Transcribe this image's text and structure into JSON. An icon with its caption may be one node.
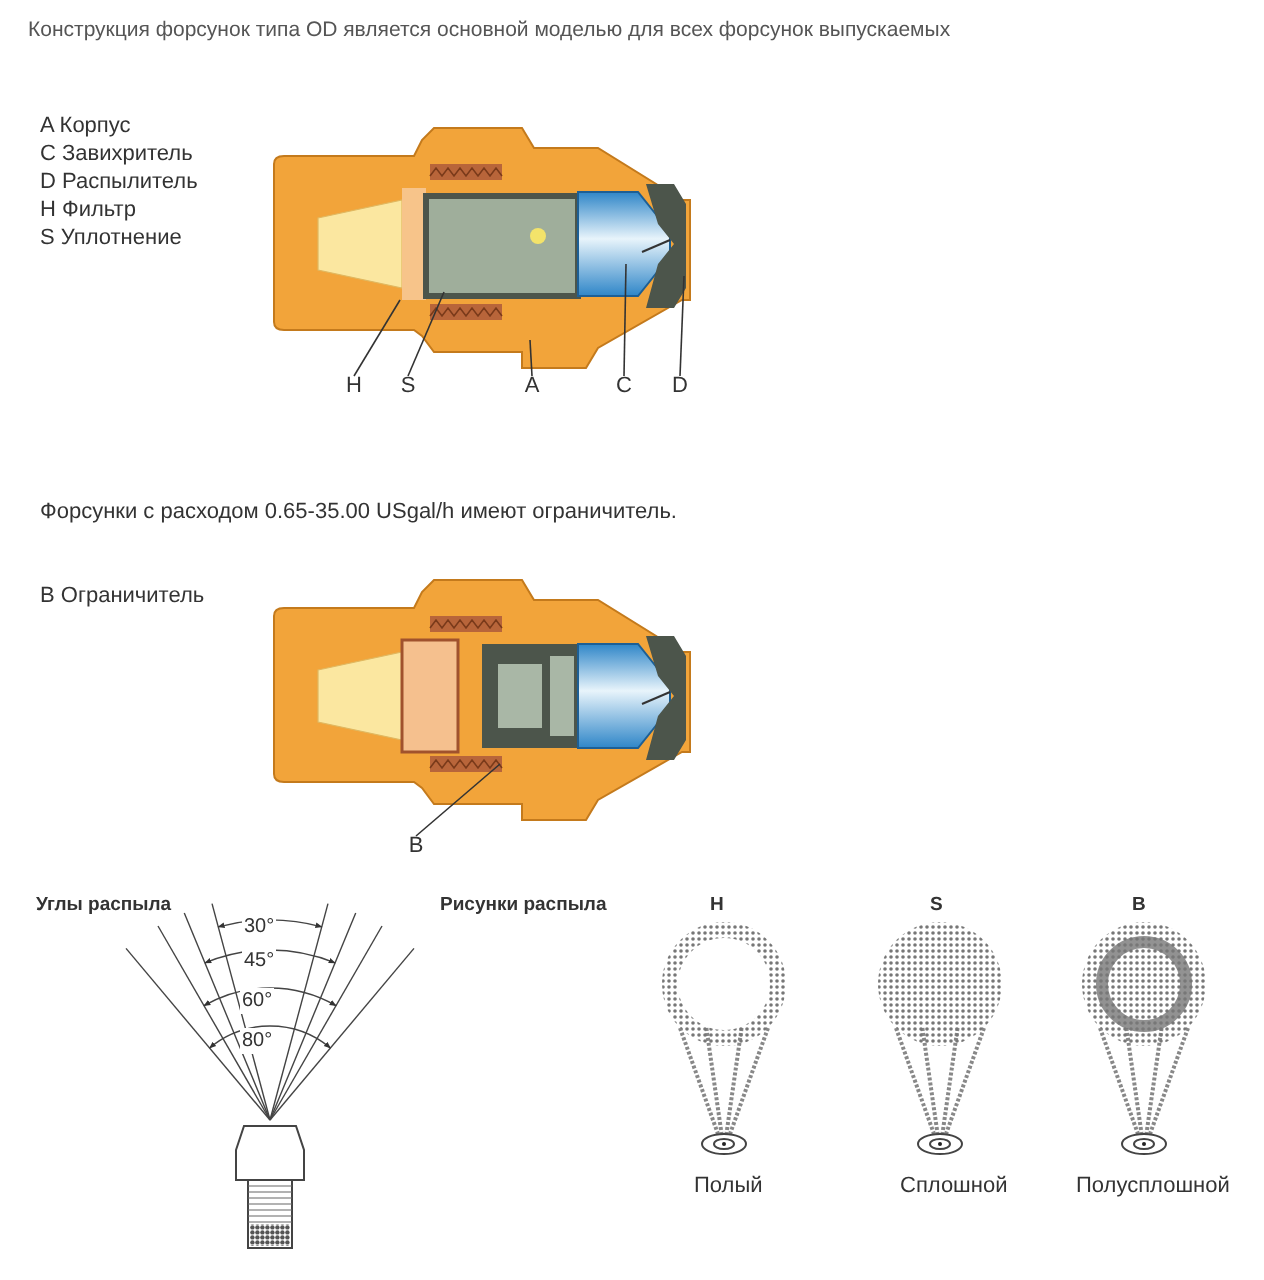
{
  "diagram": {
    "title": "Конструкция форсунок типа OD является основной моделью для всех форсунок выпускаемых",
    "nodes": [
      {
        "text": [
          "H"
        ]
      },
      {
        "text": [
          "S"
        ]
      },
      {
        "text": [
          "A"
        ]
      },
      {
        "text": [
          "C"
        ]
      },
      {
        "text": [
          "D"
        ]
      },
      {
        "text": [
          "B"
        ]
      }
    ],
    "edges": [
      {
        "from": 0,
        "to": null,
        "arrow": "none"
      },
      {
        "from": 1,
        "to": null,
        "arrow": "none"
      },
      {
        "from": 2,
        "to": null,
        "arrow": "none"
      },
      {
        "from": 3,
        "to": null,
        "arrow": "none"
      },
      {
        "from": 4,
        "to": null,
        "arrow": "none"
      },
      {
        "from": 5,
        "to": null,
        "arrow": "none"
      }
    ],
    "labels": [
      "A Корпус",
      "C Завихритель",
      "D Распылитель",
      "H Фильтр",
      "S Уплотнение",
      "Форсунки с расходом 0.65-35.00 USgal/h имеют ограничитель.",
      "B Ограничитель",
      "Углы распыла",
      "30°",
      "45°",
      "60°",
      "80°",
      "Рисунки распыла",
      "H",
      "S",
      "B",
      "Полый",
      "Сплошной",
      "Полусплошной"
    ]
  }
}
